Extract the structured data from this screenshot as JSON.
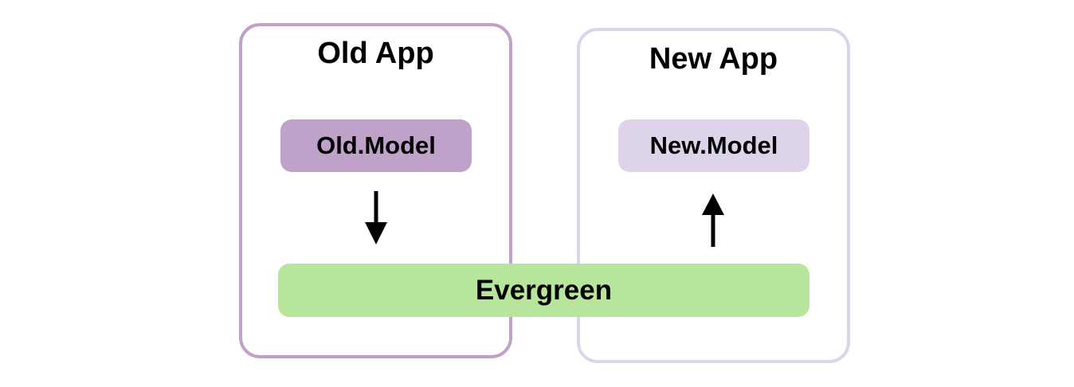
{
  "diagram": {
    "old_app": {
      "title": "Old App",
      "model_label": "Old.Model",
      "border_color": "#bfa1c9",
      "model_fill": "#bfa1c9"
    },
    "new_app": {
      "title": "New App",
      "model_label": "New.Model",
      "border_color": "#ddd4e9",
      "model_fill": "#ddd4e9"
    },
    "shared_layer": {
      "label": "Evergreen",
      "fill": "#b8e59c"
    },
    "arrows": [
      {
        "name": "old-model-to-evergreen",
        "direction": "down"
      },
      {
        "name": "evergreen-to-new-model",
        "direction": "up"
      }
    ]
  }
}
